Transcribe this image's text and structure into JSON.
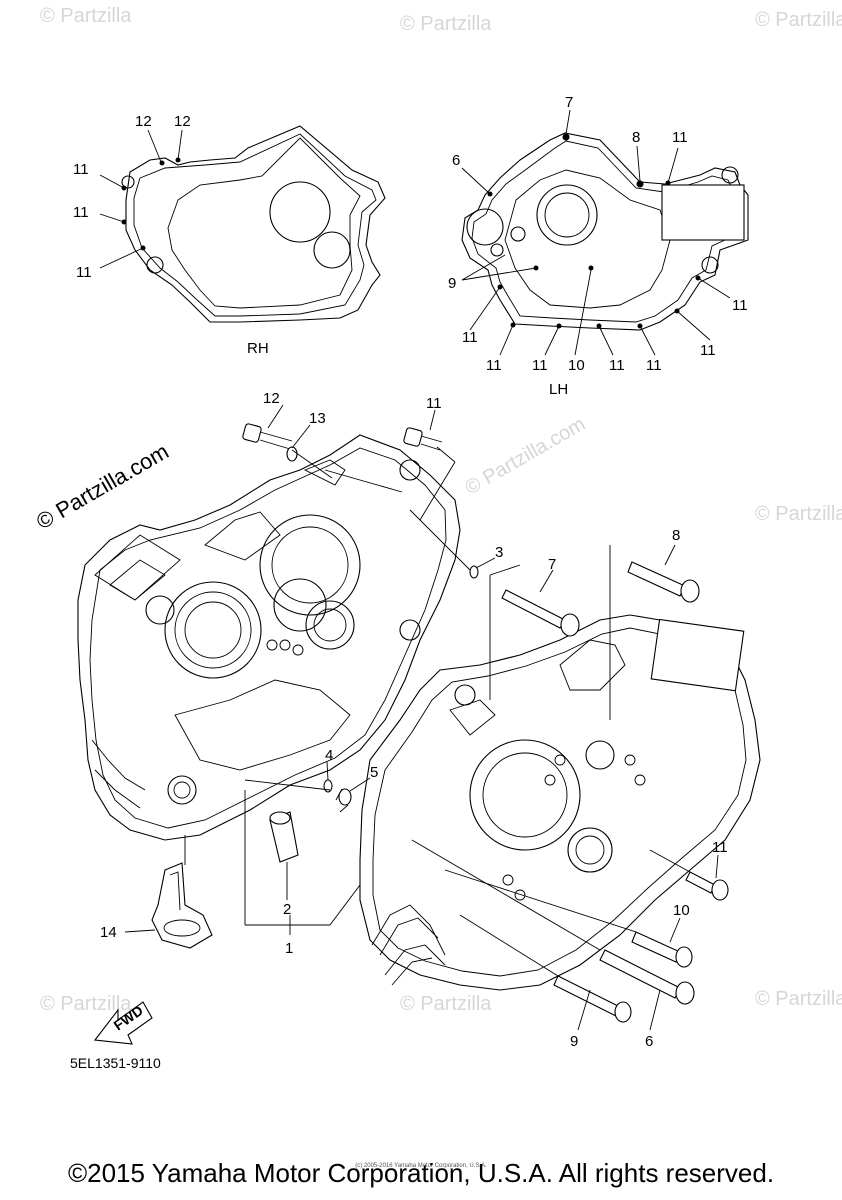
{
  "watermark": {
    "text": "© Partzilla",
    "brand_text": "© Partzilla.com"
  },
  "views": {
    "rh_label": "RH",
    "lh_label": "LH"
  },
  "callouts": {
    "rh": {
      "c12a": "12",
      "c12b": "12",
      "c11a": "11",
      "c11b": "11",
      "c11c": "11"
    },
    "lh": {
      "c7": "7",
      "c8": "8",
      "c11top": "11",
      "c6": "6",
      "c9": "9",
      "c11r1": "11",
      "c11l": "11",
      "c11r2": "11",
      "c11b1": "11",
      "c11b2": "11",
      "c10": "10",
      "c11b3": "11",
      "c11b4": "11"
    },
    "main": {
      "c12": "12",
      "c13": "13",
      "c11top": "11",
      "c3": "3",
      "c8": "8",
      "c7": "7",
      "c4": "4",
      "c5": "5",
      "c2": "2",
      "c1": "1",
      "c14": "14",
      "c11right": "11",
      "c10": "10",
      "c9": "9",
      "c6": "6"
    }
  },
  "fwd_label": "FWD",
  "diagram_code": "5EL1351-9110",
  "credit_small": "(c) 2005-2016 Yamaha Motor Corporation, U.S.A.",
  "copyright": "©2015 Yamaha Motor Corporation, U.S.A. All rights reserved."
}
